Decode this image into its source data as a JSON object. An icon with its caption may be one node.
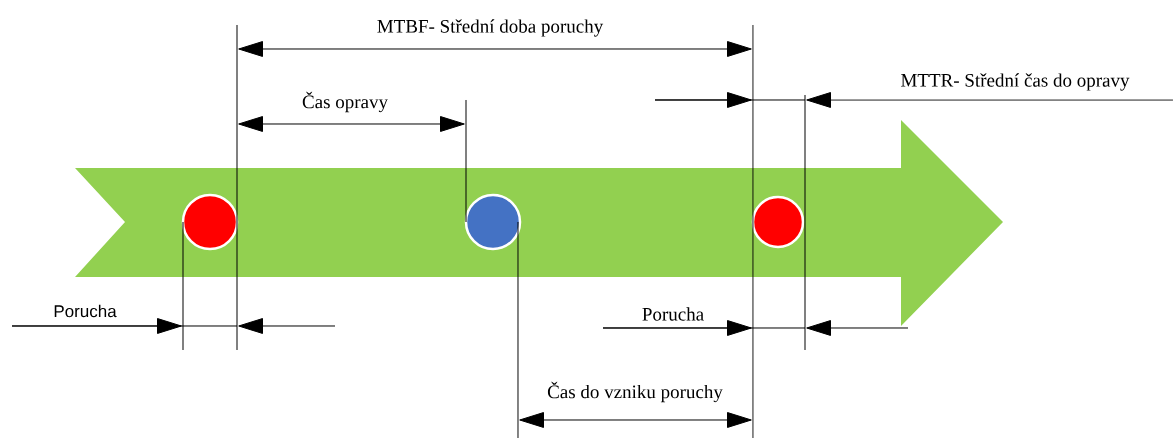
{
  "diagram": {
    "nodes": [
      {
        "text": [],
        "shape": "arrow"
      },
      {
        "text": [],
        "shape": "circle",
        "in": 0
      },
      {
        "text": [],
        "shape": "circle",
        "in": 0
      },
      {
        "text": [],
        "shape": "circle",
        "in": 0
      }
    ],
    "labels": [
      "MTBF- Střední doba poruchy",
      "MTTR- Střední čas do opravy",
      "Čas opravy",
      "Porucha",
      "Porucha",
      "Čas do vzniku poruchy"
    ]
  }
}
